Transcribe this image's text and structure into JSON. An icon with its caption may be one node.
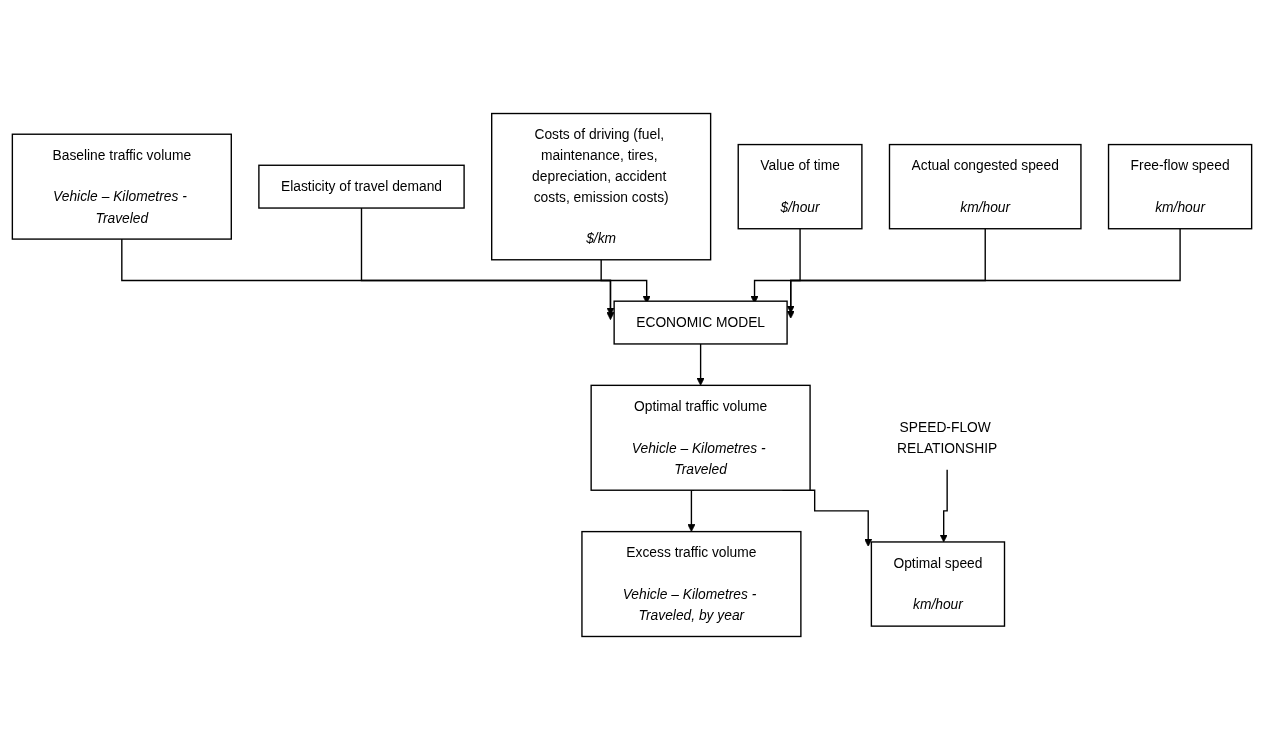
{
  "diagram": {
    "nodes": [
      {
        "text": [
          "Baseline traffic volume",
          "Vehicle – Kilometres - Traveled"
        ]
      },
      {
        "text": [
          "Elasticity of travel demand"
        ]
      },
      {
        "text": [
          "Costs of driving (fuel, maintenance, tires, depreciation, accident costs, emission costs)",
          "$/km"
        ]
      },
      {
        "text": [
          "Value of time",
          "$/hour"
        ]
      },
      {
        "text": [
          "Actual congested speed",
          "km/hour"
        ]
      },
      {
        "text": [
          "Free-flow speed",
          "km/hour"
        ]
      },
      {
        "text": [
          "ECONOMIC MODEL"
        ]
      },
      {
        "text": [
          "Optimal traffic volume",
          "Vehicle – Kilometres - Traveled"
        ]
      },
      {
        "text": [
          "Excess traffic volume",
          "Vehicle – Kilometres - Traveled, by year"
        ]
      },
      {
        "text": [
          "Optimal speed",
          "km/hour"
        ]
      },
      {
        "text": [
          "SPEED-FLOW RELATIONSHIP"
        ]
      }
    ],
    "edges": [
      {
        "from": 0,
        "to": 6,
        "arrow": "to"
      },
      {
        "from": 1,
        "to": 6,
        "arrow": "to"
      },
      {
        "from": 2,
        "to": 6,
        "arrow": "to"
      },
      {
        "from": 3,
        "to": 6,
        "arrow": "to"
      },
      {
        "from": 4,
        "to": 6,
        "arrow": "to"
      },
      {
        "from": 5,
        "to": 6,
        "arrow": "to"
      },
      {
        "from": 6,
        "to": 7,
        "arrow": "to"
      },
      {
        "from": 7,
        "to": 8,
        "arrow": "to"
      },
      {
        "from": 7,
        "to": 9,
        "arrow": "to"
      },
      {
        "from": 10,
        "to": 9,
        "arrow": "to"
      }
    ]
  }
}
